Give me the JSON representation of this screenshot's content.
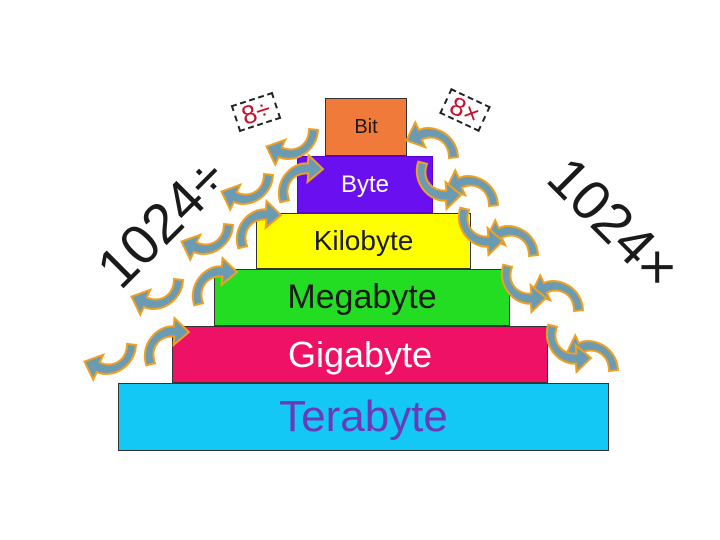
{
  "tiers": [
    {
      "label": "Bit",
      "color": "#f07a3a"
    },
    {
      "label": "Byte",
      "color": "#6a10f0"
    },
    {
      "label": "Kilobyte",
      "color": "#ffff00"
    },
    {
      "label": "Megabyte",
      "color": "#22dd22"
    },
    {
      "label": "Gigabyte",
      "color": "#ee1166"
    },
    {
      "label": "Terabyte",
      "color": "#14c8f5"
    }
  ],
  "labels": {
    "left_factor": "1024÷",
    "right_factor": "1024×",
    "left_small": "8÷",
    "right_small": "8×"
  },
  "colors": {
    "arrow_fill": "#6b9bb3",
    "arrow_stroke": "#f0a020",
    "terabyte_text": "#6a3ab8"
  }
}
